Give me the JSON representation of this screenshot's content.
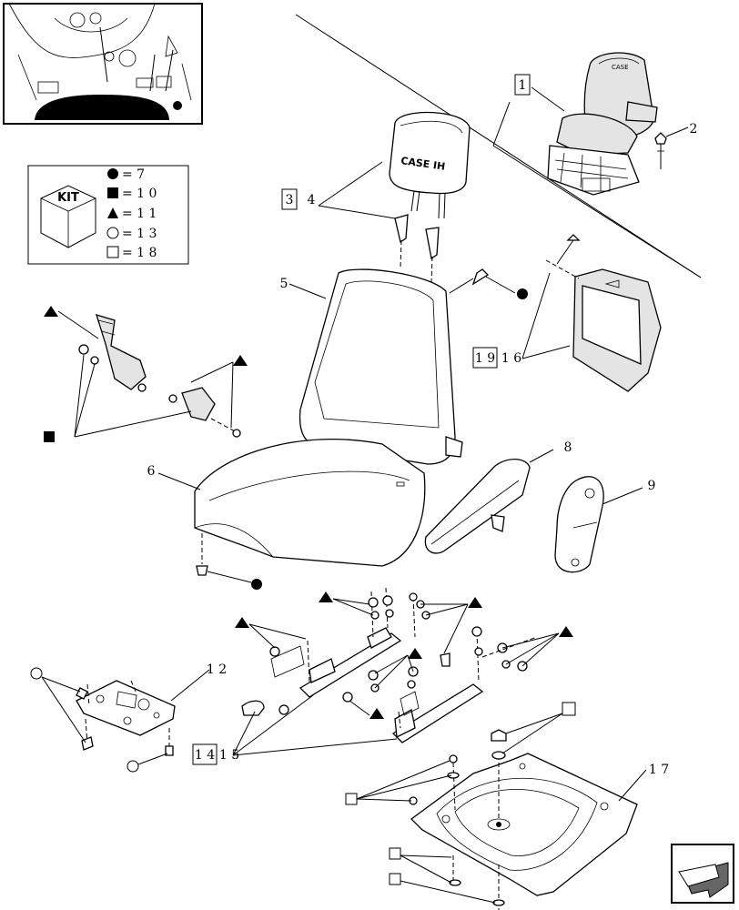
{
  "kit_box": {
    "title": "KIT",
    "legend": [
      {
        "symbol": "circle-filled",
        "text": "= 7"
      },
      {
        "symbol": "square-filled",
        "text": "= 1 0"
      },
      {
        "symbol": "triangle-filled",
        "text": "= 1 1"
      },
      {
        "symbol": "circle-open",
        "text": "= 1 3"
      },
      {
        "symbol": "square-open",
        "text": "= 1 8"
      }
    ]
  },
  "callouts": {
    "c1": "1",
    "c2": "2",
    "c3": "3",
    "c4": "4",
    "c5": "5",
    "c6": "6",
    "c8": "8",
    "c9": "9",
    "c12": "1 2",
    "c14": "1 4",
    "c15": "1 5",
    "c16": "1 6",
    "c17": "1 7",
    "c19": "1 9"
  },
  "headrest_logo": "CASE IH",
  "colors": {
    "line": "#000000",
    "shade": "#e4e4e4",
    "background": "#ffffff"
  }
}
